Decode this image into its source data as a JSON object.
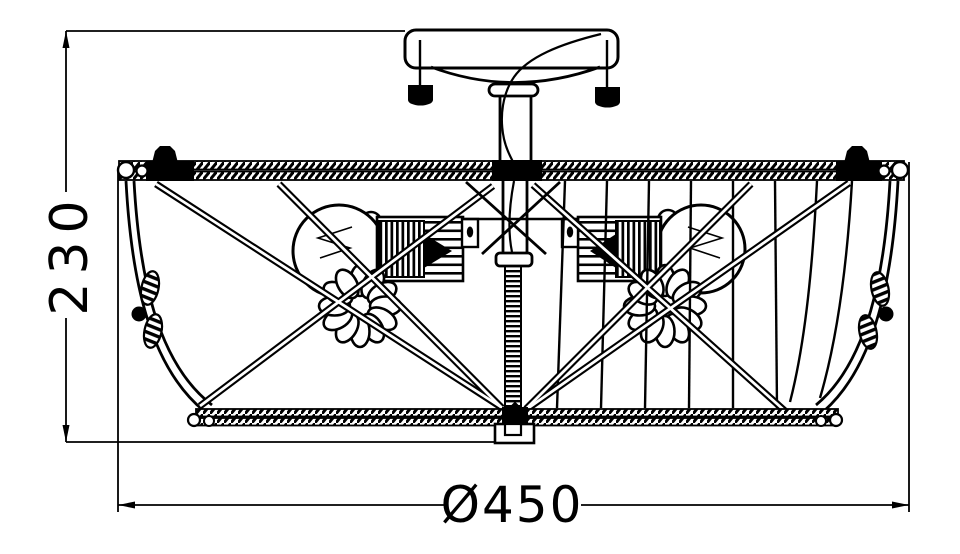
{
  "drawing": {
    "type": "technical-dimension-drawing",
    "subject": "ceiling-lamp-front-view",
    "ink_color": "#000000",
    "background_color": "#ffffff",
    "height_dimension": "230",
    "diameter_dimension": "Ø450"
  }
}
